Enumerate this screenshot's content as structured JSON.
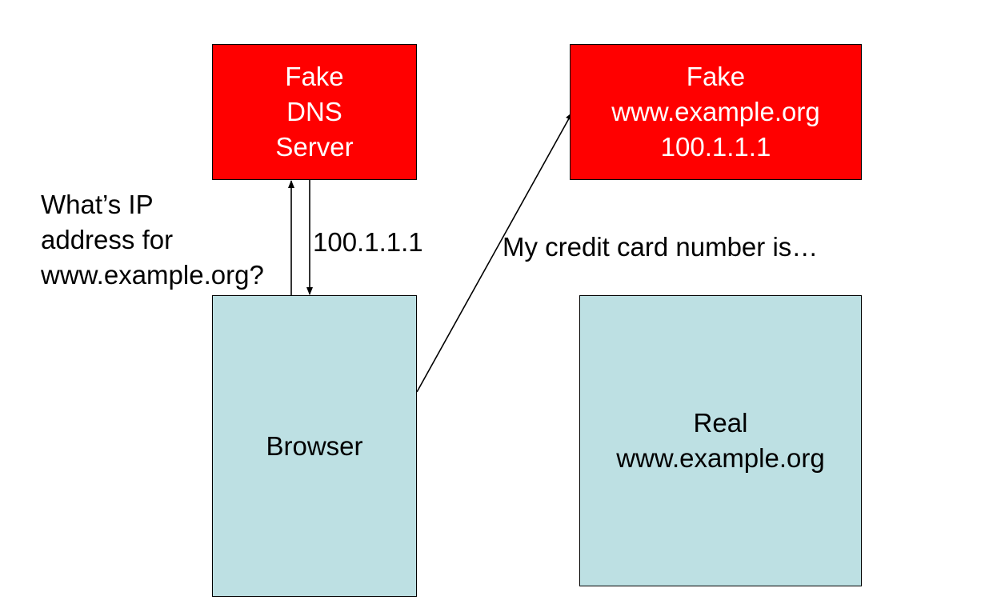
{
  "nodes": {
    "fake_dns": {
      "lines": [
        "Fake",
        "DNS",
        "Server"
      ],
      "fill": "#ff0000",
      "text_color": "#ffffff"
    },
    "fake_site": {
      "lines": [
        "Fake",
        "www.example.org",
        "100.1.1.1"
      ],
      "fill": "#ff0000",
      "text_color": "#ffffff"
    },
    "browser": {
      "lines": [
        "Browser"
      ],
      "fill": "#bde0e3",
      "text_color": "#000000"
    },
    "real_site": {
      "lines": [
        "Real",
        "www.example.org"
      ],
      "fill": "#bde0e3",
      "text_color": "#000000"
    }
  },
  "edges": {
    "dns_query": {
      "from": "browser",
      "to": "fake_dns",
      "label_lines": [
        "What’s IP",
        "address for",
        "www.example.org?"
      ]
    },
    "dns_answer": {
      "from": "fake_dns",
      "to": "browser",
      "label": "100.1.1.1"
    },
    "credit_card": {
      "from": "browser",
      "to": "fake_site",
      "label": "My credit card number is…"
    }
  }
}
